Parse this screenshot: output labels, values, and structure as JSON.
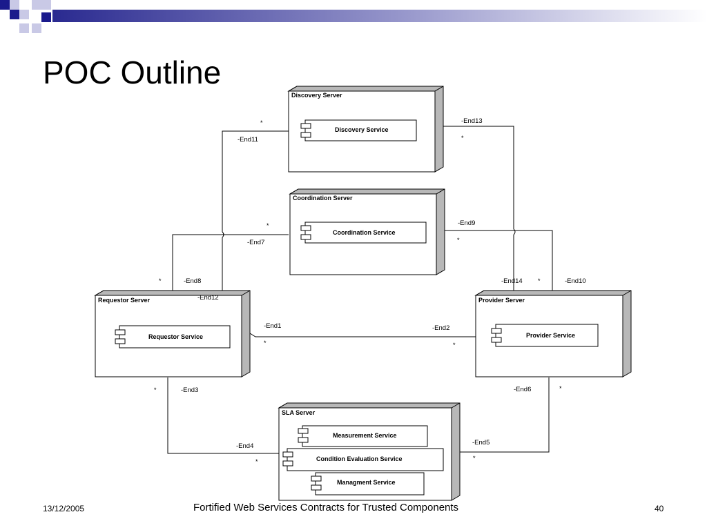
{
  "slide": {
    "title": "POC Outline",
    "footer_date": "13/12/2005",
    "footer_center": "Fortified Web Services Contracts for Trusted Components",
    "page_number": "40"
  },
  "servers": {
    "discovery": {
      "title": "Discovery Server",
      "services": [
        "Discovery Service"
      ]
    },
    "coordination": {
      "title": "Coordination Server",
      "services": [
        "Coordination Service"
      ]
    },
    "requestor": {
      "title": "Requestor Server",
      "services": [
        "Requestor Service"
      ]
    },
    "provider": {
      "title": "Provider Server",
      "services": [
        "Provider Service"
      ]
    },
    "sla": {
      "title": "SLA Server",
      "services": [
        "Measurement Service",
        "Condition Evaluation Service",
        "Managment Service"
      ]
    }
  },
  "ends": {
    "end1": "-End1",
    "end2": "-End2",
    "end3": "-End3",
    "end4": "-End4",
    "end5": "-End5",
    "end6": "-End6",
    "end7": "-End7",
    "end8": "-End8",
    "end9": "-End9",
    "end10": "-End10",
    "end11": "-End11",
    "end12": "-End12",
    "end13": "-End13",
    "end14": "-End14"
  },
  "multiplicity": "*",
  "colors": {
    "corner_blue": "#1a1a8c",
    "corner_light": "#c9c9e6",
    "header_bar_start": "#2a2a90",
    "header_bar_end": "#ffffff",
    "node_shade": "#b8b8b8"
  }
}
